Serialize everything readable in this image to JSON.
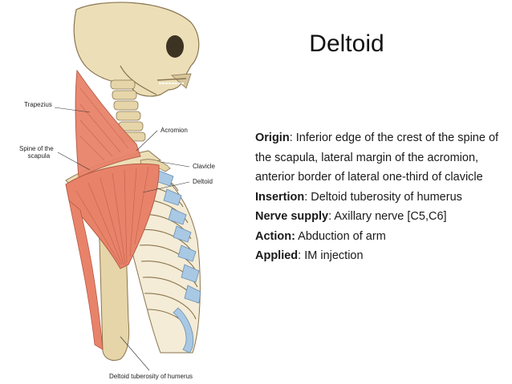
{
  "title": "Deltoid",
  "illustration": {
    "labels": {
      "trapezius": "Trapezius",
      "spine_line1": "Spine of the",
      "spine_line2": "scapula",
      "acromion": "Acromion",
      "clavicle": "Clavicle",
      "deltoid": "Deltoid",
      "tuberosity": "Deltoid tuberosity of humerus"
    }
  },
  "facts": {
    "origin": {
      "term": "Origin",
      "text": ": Inferior edge of the crest of the spine of the scapula, lateral margin of the acromion, anterior border of lateral one-third of clavicle"
    },
    "insertion": {
      "term": "Insertion",
      "text": ": Deltoid tuberosity of humerus"
    },
    "nerve": {
      "term": "Nerve supply",
      "text": ": Axillary nerve [C5,C6]"
    },
    "action": {
      "term": "Action:",
      "text": " Abduction of arm"
    },
    "applied": {
      "term": "Applied",
      "text": ": IM injection"
    }
  },
  "colors": {
    "bone": "#e8d9b0",
    "muscle": "#e8836a",
    "cartilage": "#a9c8e4"
  }
}
